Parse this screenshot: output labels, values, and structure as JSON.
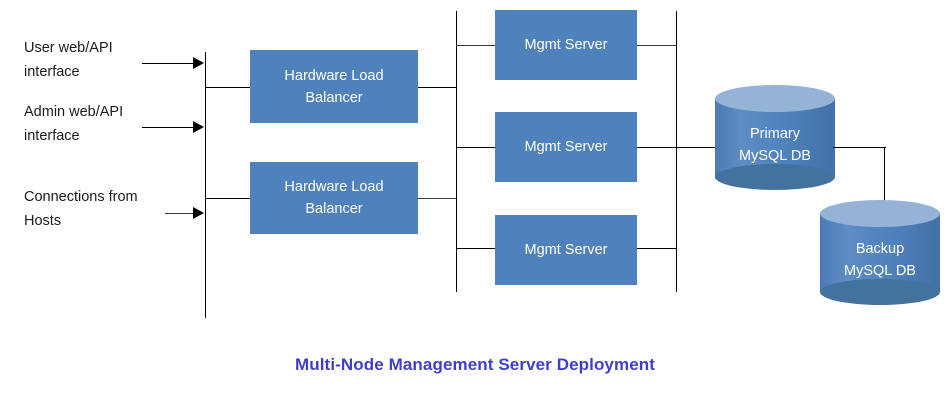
{
  "diagram": {
    "caption": "Multi-Node Management Server Deployment",
    "caption_color": "#3f3fc8",
    "background": "#ffffff",
    "node_fill": "#4f81bd",
    "cylinder_top_fill": "#95b3d7",
    "line_color": "#000000",
    "inputs": [
      {
        "label": "User web/API\ninterface"
      },
      {
        "label": "Admin web/API\ninterface"
      },
      {
        "label": "Connections from\nHosts"
      }
    ],
    "load_balancers": [
      {
        "label": "Hardware Load\nBalancer"
      },
      {
        "label": "Hardware Load\nBalancer"
      }
    ],
    "mgmt_servers": [
      {
        "label": "Mgmt Server"
      },
      {
        "label": "Mgmt Server"
      },
      {
        "label": "Mgmt Server"
      }
    ],
    "databases": [
      {
        "label": "Primary\nMySQL DB"
      },
      {
        "label": "Backup\nMySQL DB"
      }
    ]
  }
}
